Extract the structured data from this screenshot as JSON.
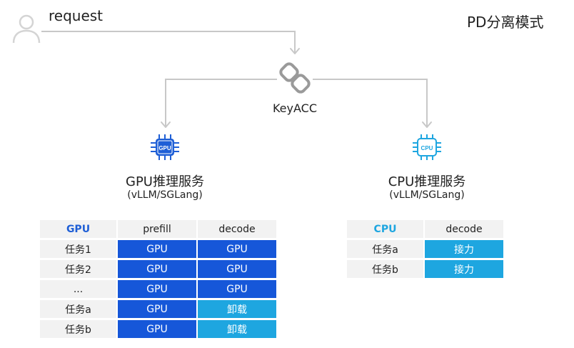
{
  "header": {
    "mode_title": "PD分离模式",
    "request_label": "request"
  },
  "router": {
    "label": "KeyACC"
  },
  "gpu_service": {
    "title": "GPU推理服务",
    "subtitle": "(vLLM/SGLang)",
    "chip_text": "GPU",
    "table": {
      "device": "GPU",
      "columns": [
        "prefill",
        "decode"
      ],
      "rows": [
        {
          "task": "任务1",
          "prefill": "GPU",
          "decode": "GPU",
          "decode_state": "dark"
        },
        {
          "task": "任务2",
          "prefill": "GPU",
          "decode": "GPU",
          "decode_state": "dark"
        },
        {
          "task": "...",
          "prefill": "GPU",
          "decode": "GPU",
          "decode_state": "dark"
        },
        {
          "task": "任务a",
          "prefill": "GPU",
          "decode": "卸载",
          "decode_state": "light"
        },
        {
          "task": "任务b",
          "prefill": "GPU",
          "decode": "卸载",
          "decode_state": "light"
        }
      ]
    }
  },
  "cpu_service": {
    "title": "CPU推理服务",
    "subtitle": "(vLLM/SGLang)",
    "chip_text": "CPU",
    "table": {
      "device": "CPU",
      "columns": [
        "decode"
      ],
      "rows": [
        {
          "task": "任务a",
          "decode": "接力"
        },
        {
          "task": "任务b",
          "decode": "接力"
        }
      ]
    }
  },
  "colors": {
    "gpu_blue": "#1657d9",
    "cpu_blue": "#1ea6e0",
    "gpu_header": "#1f5fd6",
    "cpu_header": "#1ea6e0",
    "line_gray": "#c8c8c8"
  }
}
